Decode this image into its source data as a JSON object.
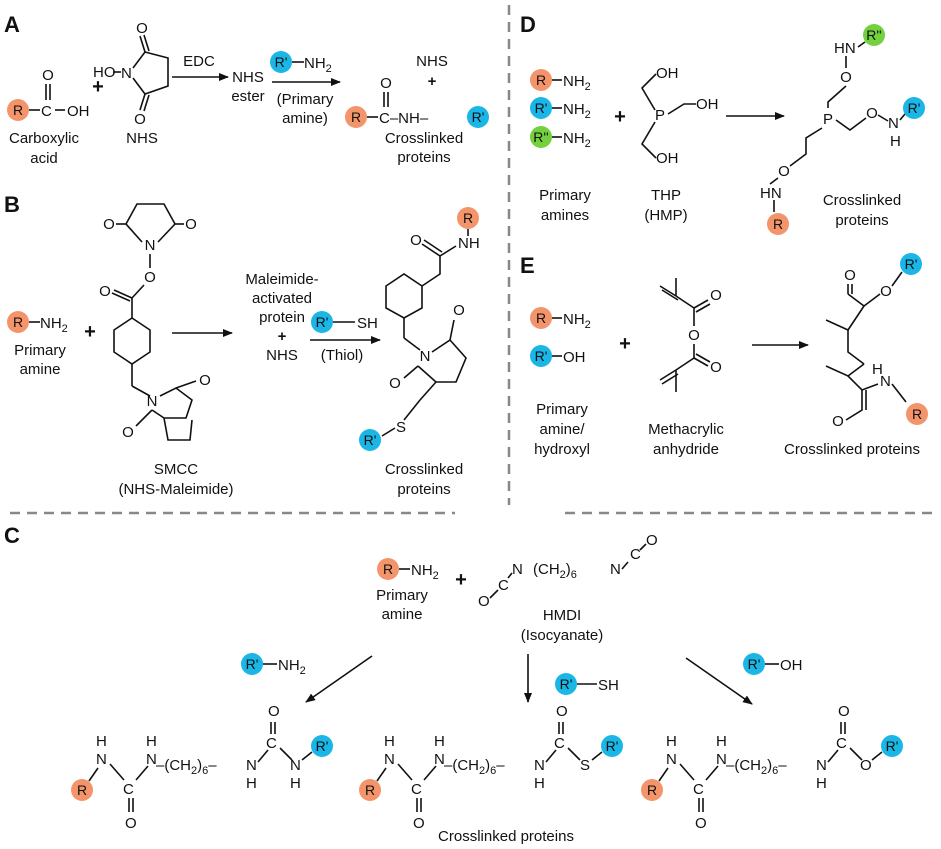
{
  "panels": {
    "A": "A",
    "B": "B",
    "C": "C",
    "D": "D",
    "E": "E"
  },
  "colors": {
    "r_orange": "#f4946a",
    "r_blue": "#19b6e6",
    "r_green": "#72d13d",
    "divider": "#888888"
  },
  "groups": {
    "R": "R",
    "R1": "R'",
    "R2": "R''"
  },
  "atoms": {
    "C": "C",
    "O": "O",
    "H": "H",
    "N": "N",
    "S": "S",
    "P": "P",
    "HN": "HN",
    "OH": "OH",
    "NH": "NH",
    "SH": "SH",
    "NH2": "NH",
    "sub2": "2",
    "sub6": "6"
  },
  "text": {
    "plus": "+",
    "a_carboxylic": "Carboxylic",
    "a_acid": "acid",
    "a_ho": "HO",
    "a_nhs": "NHS",
    "a_edc": "EDC",
    "a_nhs_ester_1": "NHS",
    "a_nhs_ester_2": "ester",
    "a_primary_amine_1": "(Primary",
    "a_primary_amine_2": "amine)",
    "a_nhs_top": "NHS",
    "a_crosslinked_1": "Crosslinked",
    "a_crosslinked_2": "proteins",
    "a_amide": "C–NH–",
    "b_primary_1": "Primary",
    "b_primary_2": "amine",
    "b_smcc_1": "SMCC",
    "b_smcc_2": "(NHS-Maleimide)",
    "b_mal_1": "Maleimide-",
    "b_mal_2": "activated",
    "b_mal_3": "protein",
    "b_nhs": "NHS",
    "b_thiol": "(Thiol)",
    "b_crosslinked_1": "Crosslinked",
    "b_crosslinked_2": "proteins",
    "c_primary_1": "Primary",
    "c_primary_2": "amine",
    "c_hmdi_1": "HMDI",
    "c_hmdi_2": "(Isocyanate)",
    "c_ch2": "(CH",
    "c_close": ")",
    "c_crosslinked": "Crosslinked proteins",
    "d_primary_1": "Primary",
    "d_primary_2": "amines",
    "d_thp_1": "THP",
    "d_thp_2": "(HMP)",
    "d_crosslinked_1": "Crosslinked",
    "d_crosslinked_2": "proteins",
    "e_primary_1": "Primary",
    "e_primary_2": "amine/",
    "e_primary_3": "hydroxyl",
    "e_meth_1": "Methacrylic",
    "e_meth_2": "anhydride",
    "e_crosslinked": "Crosslinked proteins"
  }
}
